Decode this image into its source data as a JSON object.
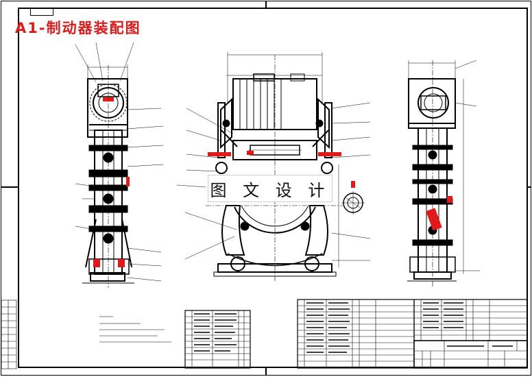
{
  "drawing": {
    "title": "A1-制动器装配图",
    "watermark": "图 文 设 计",
    "corner_tag": "",
    "colors": {
      "line": "#000000",
      "accent": "#e11919",
      "hatch": "#444444"
    }
  },
  "views": [
    "front-view",
    "side-view",
    "top-view"
  ],
  "tables": {
    "bom_left_rows": 9,
    "bom_mid_rows": 10,
    "bom_right_rows": 6
  }
}
